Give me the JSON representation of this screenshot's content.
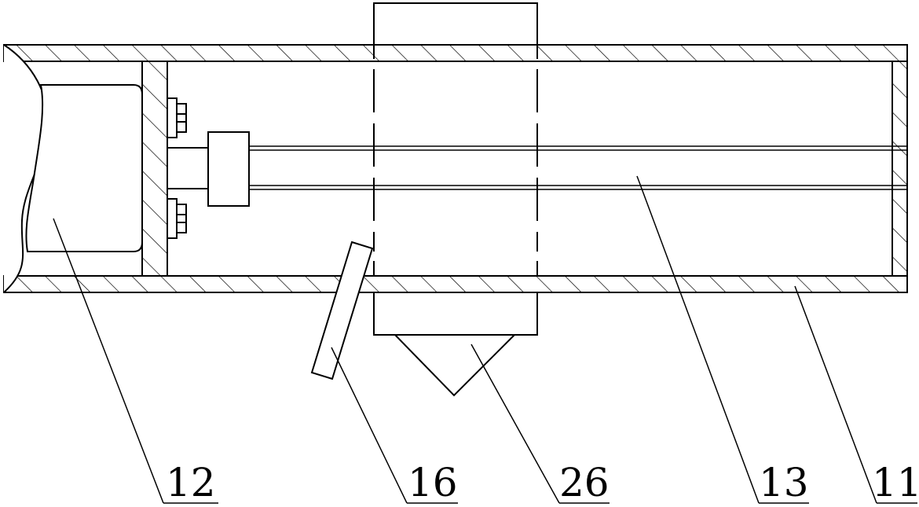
{
  "diagram": {
    "type": "mechanical-cross-section",
    "line_color": "#000000",
    "background_color": "#ffffff",
    "labels": [
      {
        "id": "label-12",
        "text": "12"
      },
      {
        "id": "label-16",
        "text": "16"
      },
      {
        "id": "label-26",
        "text": "26"
      },
      {
        "id": "label-13",
        "text": "13"
      },
      {
        "id": "label-11",
        "text": "11"
      }
    ]
  }
}
